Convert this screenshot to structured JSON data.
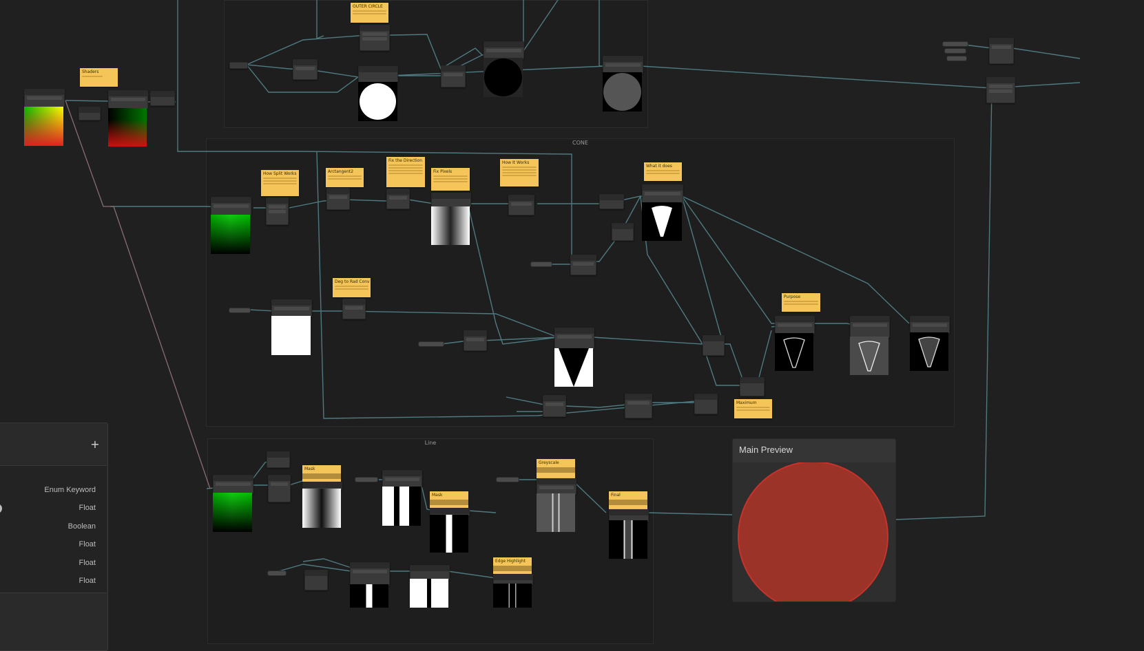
{
  "groups": {
    "outer_circle_group_title": "",
    "cone_title": "CONE",
    "line_title": "Line"
  },
  "sticky_notes": {
    "shaders": "Shaders",
    "outer_circle": "OUTER CIRCLE",
    "how_split_works": "How Split Works",
    "arctangent2": "Arctangent2",
    "fix_the_direction": "Fix the Direction",
    "fix_pixels": "Fix Pixels",
    "how_it_works": "How It Works",
    "what_it_does": "What it does",
    "deg_to_rad_conv": "Deg to Rad Conv",
    "purpose": "Purpose",
    "maximum": "Maximum",
    "mask_1": "Mask",
    "mask_2": "Mask",
    "greyscale": "Greyscale",
    "final": "Final",
    "edge_highlight": "Edge Highlight"
  },
  "blackboard": {
    "add_button_label": "+",
    "property_types": [
      "Enum Keyword",
      "Float",
      "Boolean",
      "Float",
      "Float",
      "Float"
    ]
  },
  "main_preview": {
    "title": "Main Preview"
  },
  "colors": {
    "canvas_bg": "#202020",
    "wire": "#4e7a80",
    "wire_pink": "#8a6c70",
    "sticky": "#f6c55a",
    "preview_fill": "#9c3328",
    "preview_edge": "#c7332b"
  }
}
